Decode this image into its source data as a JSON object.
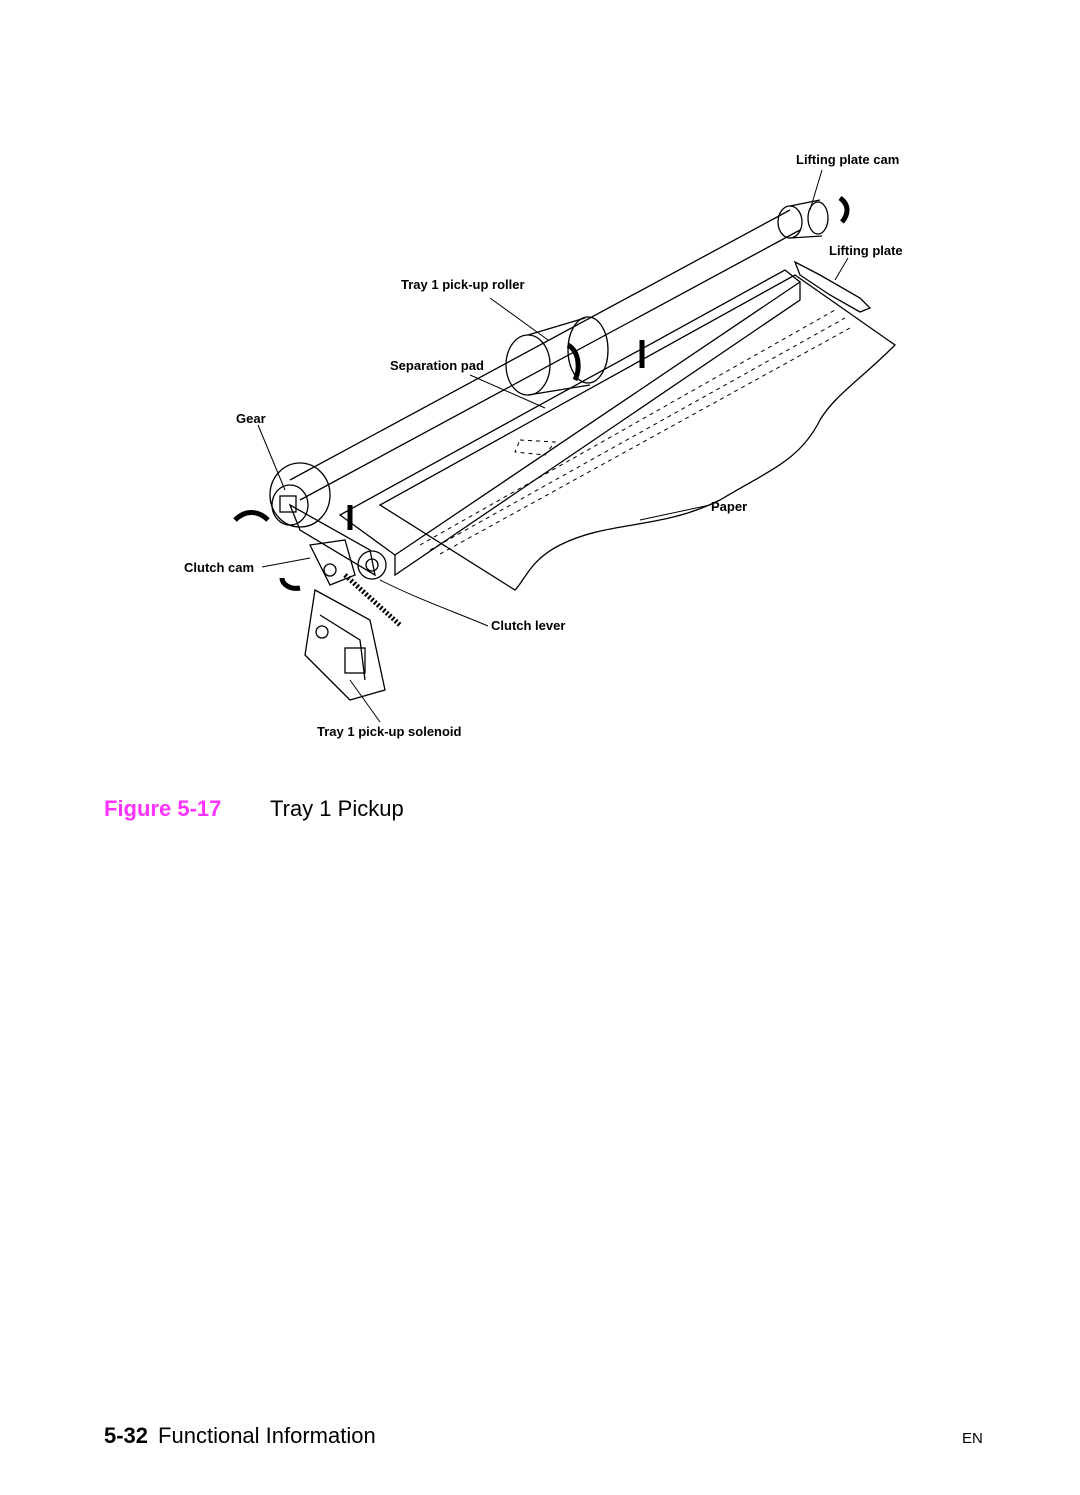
{
  "figure": {
    "labels": {
      "lifting_plate_cam": "Lifting plate cam",
      "lifting_plate": "Lifting plate",
      "pickup_roller": "Tray 1 pick-up roller",
      "separation_pad": "Separation pad",
      "gear": "Gear",
      "paper": "Paper",
      "clutch_cam": "Clutch cam",
      "clutch_lever": "Clutch lever",
      "pickup_solenoid": "Tray 1 pick-up solenoid"
    },
    "caption_number": "Figure 5-17",
    "caption_title": "Tray 1 Pickup"
  },
  "footer": {
    "page_number": "5-32",
    "section": "Functional Information",
    "language": "EN"
  },
  "colors": {
    "caption_accent": "#ff33ff"
  }
}
